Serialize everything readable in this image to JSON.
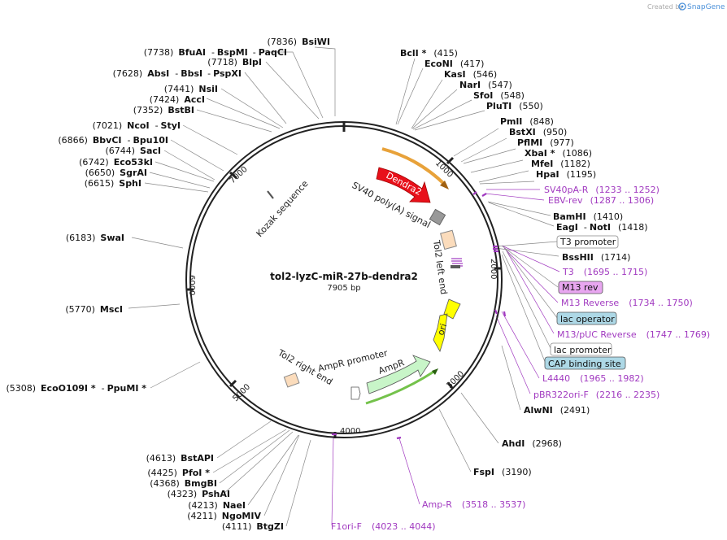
{
  "credit": {
    "prefix": "Created by",
    "brand": "SnapGene"
  },
  "plasmid": {
    "name": "tol2-lyzC-miR-27b-dendra2",
    "size": "7905 bp"
  },
  "ticks": [
    "1000",
    "2000",
    "3000",
    "4000",
    "5000",
    "6000",
    "7000"
  ],
  "colors": {
    "site": "#000000",
    "primer": "#a13ac0",
    "dendra2": "#e8101a",
    "ori": "#ffff00",
    "ampr": "#c8f5c8",
    "tol2": "#fbdcbc",
    "lac_operator": "#add8e6",
    "m13rev": "#e8a6f0"
  },
  "enzymes": [
    {
      "name": "BsiWI",
      "pos": "(7836)"
    },
    {
      "name": "BfuAI",
      "pos": "(7738)",
      "alt": "BspMI",
      "alt2": "PaqCI"
    },
    {
      "name": "BlpI",
      "pos": "(7718)"
    },
    {
      "name": "AbsI",
      "pos": "(7628)",
      "alt": "BbsI",
      "alt2": "PspXI"
    },
    {
      "name": "NsiI",
      "pos": "(7441)"
    },
    {
      "name": "AccI",
      "pos": "(7424)"
    },
    {
      "name": "BstBI",
      "pos": "(7352)"
    },
    {
      "name": "NcoI",
      "pos": "(7021)",
      "alt": "StyI"
    },
    {
      "name": "BbvCI",
      "pos": "(6866)",
      "alt": "Bpu10I"
    },
    {
      "name": "SacI",
      "pos": "(6744)"
    },
    {
      "name": "Eco53kI",
      "pos": "(6742)"
    },
    {
      "name": "SgrAI",
      "pos": "(6650)"
    },
    {
      "name": "SphI",
      "pos": "(6615)"
    },
    {
      "name": "SwaI",
      "pos": "(6183)"
    },
    {
      "name": "MscI",
      "pos": "(5770)"
    },
    {
      "name": "EcoO109I *",
      "pos": "(5308)",
      "alt": "PpuMI *"
    },
    {
      "name": "BstAPI",
      "pos": "(4613)"
    },
    {
      "name": "PfoI *",
      "pos": "(4425)"
    },
    {
      "name": "BmgBI",
      "pos": "(4368)"
    },
    {
      "name": "PshAI",
      "pos": "(4323)"
    },
    {
      "name": "NaeI",
      "pos": "(4213)"
    },
    {
      "name": "NgoMIV",
      "pos": "(4211)"
    },
    {
      "name": "BtgZI",
      "pos": "(4111)"
    },
    {
      "name": "BclI *",
      "pos": "(415)"
    },
    {
      "name": "EcoNI",
      "pos": "(417)"
    },
    {
      "name": "KasI",
      "pos": "(546)"
    },
    {
      "name": "NarI",
      "pos": "(547)"
    },
    {
      "name": "SfoI",
      "pos": "(548)"
    },
    {
      "name": "PluTI",
      "pos": "(550)"
    },
    {
      "name": "PmlI",
      "pos": "(848)"
    },
    {
      "name": "BstXI",
      "pos": "(950)"
    },
    {
      "name": "PflMI",
      "pos": "(977)"
    },
    {
      "name": "XbaI *",
      "pos": "(1086)"
    },
    {
      "name": "MfeI",
      "pos": "(1182)"
    },
    {
      "name": "HpaI",
      "pos": "(1195)"
    },
    {
      "name": "BamHI",
      "pos": "(1410)"
    },
    {
      "name": "EagI",
      "pos": "(1418)",
      "alt": "NotI"
    },
    {
      "name": "BssHII",
      "pos": "(1714)"
    },
    {
      "name": "AlwNI",
      "pos": "(2491)"
    },
    {
      "name": "AhdI",
      "pos": "(2968)"
    },
    {
      "name": "FspI",
      "pos": "(3190)"
    }
  ],
  "primers": [
    {
      "name": "SV40pA-R",
      "range": "(1233 .. 1252)"
    },
    {
      "name": "EBV-rev",
      "range": "(1287 .. 1306)"
    },
    {
      "name": "T3",
      "range": "(1695 .. 1715)"
    },
    {
      "name": "M13 Reverse",
      "range": "(1734 .. 1750)"
    },
    {
      "name": "M13/pUC Reverse",
      "range": "(1747 .. 1769)"
    },
    {
      "name": "L4440",
      "range": "(1965 .. 1982)"
    },
    {
      "name": "pBR322ori-F",
      "range": "(2216 .. 2235)"
    },
    {
      "name": "Amp-R",
      "range": "(3518 .. 3537)"
    },
    {
      "name": "F1ori-F",
      "range": "(4023 .. 4044)"
    }
  ],
  "boxed_features": [
    {
      "name": "T3 promoter",
      "style": "plain"
    },
    {
      "name": "M13 rev",
      "style": "m13"
    },
    {
      "name": "lac operator",
      "style": "lac"
    },
    {
      "name": "lac promoter",
      "style": "plain"
    },
    {
      "name": "CAP binding site",
      "style": "lac"
    }
  ],
  "features": {
    "dendra2": "Dendra2",
    "sv40": "SV40 poly(A) signal",
    "kozak": "Kozak sequence",
    "tol2_left": "Tol2 left end",
    "tol2_right": "Tol2 right end",
    "ori": "ori",
    "ampr": "AmpR",
    "ampr_promoter": "AmpR promoter"
  }
}
